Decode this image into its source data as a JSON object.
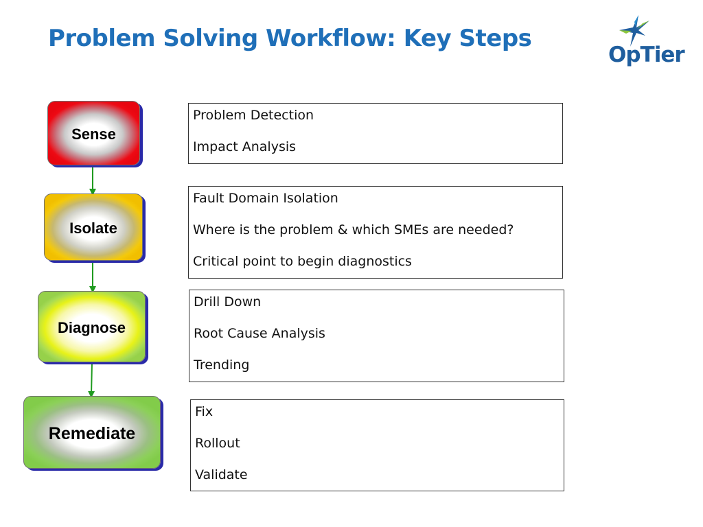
{
  "slide": {
    "title": "Problem Solving Workflow: Key Steps"
  },
  "logo": {
    "text": "OpTier",
    "icon": "star-icon",
    "colors": {
      "text": "#1f5e9e",
      "star_blue": "#1f5e9e",
      "star_green": "#8cc63f"
    }
  },
  "steps": [
    {
      "label": "Sense",
      "color": "#e80610",
      "details": [
        "Problem Detection",
        "Impact Analysis"
      ]
    },
    {
      "label": "Isolate",
      "color": "#f1bf00",
      "details": [
        "Fault Domain Isolation",
        "Where is the problem & which SMEs are needed?",
        "Critical point to begin diagnostics"
      ]
    },
    {
      "label": "Diagnose",
      "color": "#96d14a",
      "details": [
        "Drill Down",
        "Root Cause Analysis",
        "Trending"
      ]
    },
    {
      "label": "Remediate",
      "color": "#82cc4a",
      "details": [
        "Fix",
        "Rollout",
        "Validate"
      ]
    }
  ],
  "colors": {
    "title": "#1f6fb8",
    "arrow": "#1f9a1f",
    "step_shadow": "#2a2aa8"
  }
}
